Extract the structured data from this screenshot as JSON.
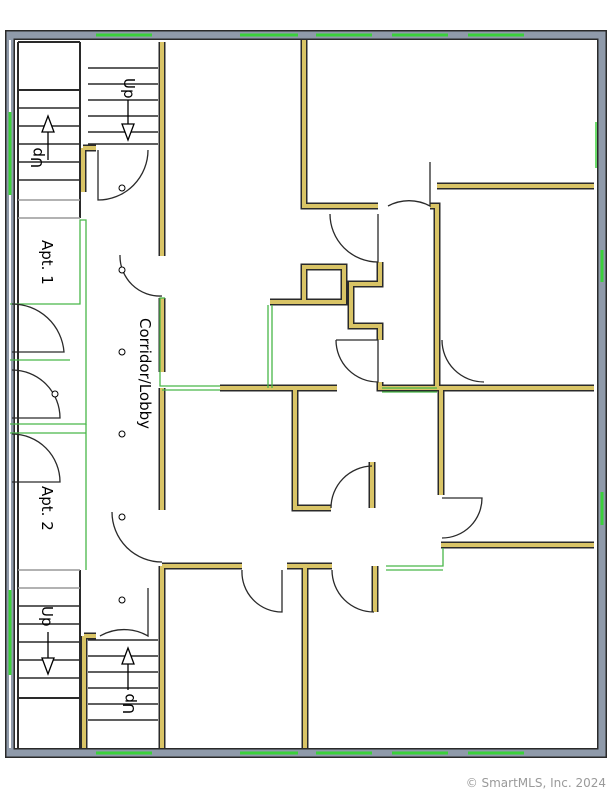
{
  "labels": {
    "up": "Up",
    "apt1": "Apt. 1",
    "apt2": "Apt. 2",
    "corridor": "Corridor/Lobby"
  },
  "watermark": "© SmartMLS, Inc.  2024",
  "colors": {
    "exterior_wall": "#8f9aaa",
    "interior_wall": "#d9c466",
    "wall_outline": "#2a2a2a",
    "window": "#3ad13a",
    "partition": "#49b649"
  }
}
